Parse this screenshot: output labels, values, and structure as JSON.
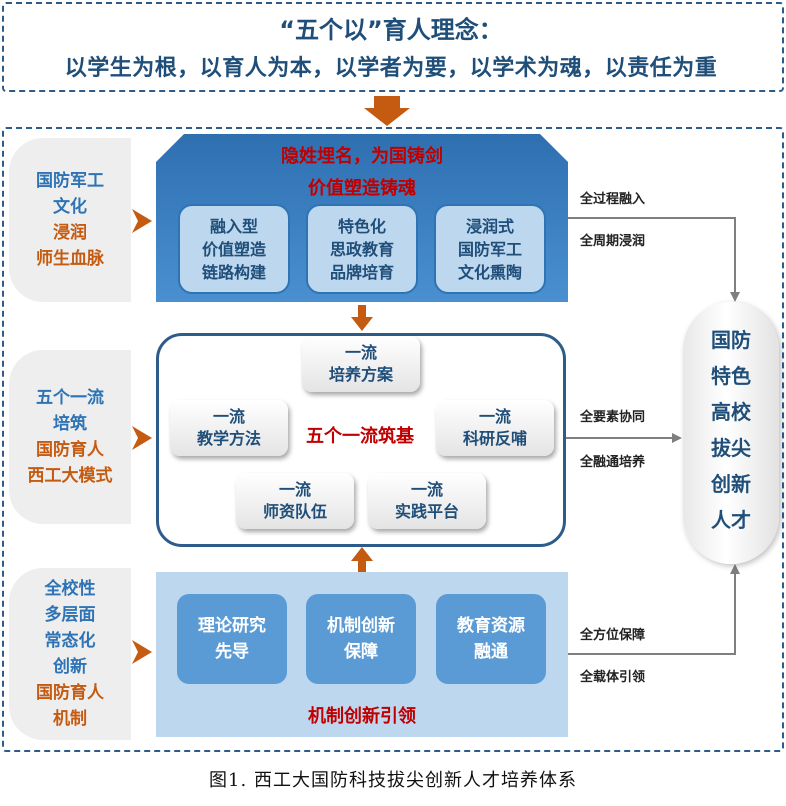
{
  "top": {
    "title": "“五个以”育人理念：",
    "subtitle": "以学生为根，以育人为本，以学者为要，以学术为魂，以责任为重"
  },
  "left_tabs": [
    {
      "lines": [
        "国防军工",
        "文化",
        "浸润",
        "师生血脉"
      ]
    },
    {
      "lines": [
        "五个一流",
        "培筑",
        "国防育人",
        "西工大模式"
      ]
    },
    {
      "lines": [
        "全校性",
        "多层面",
        "常态化",
        "创新",
        "国防育人",
        "机制"
      ]
    }
  ],
  "section1": {
    "title1": "隐姓埋名，为国铸剑",
    "title2": "价值塑造铸魂",
    "boxes": [
      {
        "lines": [
          "融入型",
          "价值塑造",
          "链路构建"
        ]
      },
      {
        "lines": [
          "特色化",
          "思政教育",
          "品牌培育"
        ]
      },
      {
        "lines": [
          "浸润式",
          "国防军工",
          "文化熏陶"
        ]
      }
    ]
  },
  "section2": {
    "center": "五个一流筑基",
    "items": [
      {
        "lines": [
          "一流",
          "培养方案"
        ]
      },
      {
        "lines": [
          "一流",
          "教学方法"
        ]
      },
      {
        "lines": [
          "一流",
          "科研反哺"
        ]
      },
      {
        "lines": [
          "一流",
          "师资队伍"
        ]
      },
      {
        "lines": [
          "一流",
          "实践平台"
        ]
      }
    ]
  },
  "section3": {
    "title": "机制创新引领",
    "boxes": [
      {
        "lines": [
          "理论研究",
          "先导"
        ]
      },
      {
        "lines": [
          "机制创新",
          "保障"
        ]
      },
      {
        "lines": [
          "教育资源",
          "融通"
        ]
      }
    ]
  },
  "right": {
    "lines": [
      "国防",
      "特色",
      "高校",
      "拔尖",
      "创新",
      "人才"
    ]
  },
  "side_labels": {
    "s1a": "全过程融入",
    "s1b": "全周期浸润",
    "s2a": "全要素协同",
    "s2b": "全融通培养",
    "s3a": "全方位保障",
    "s3b": "全载体引领"
  },
  "caption": "图1.  西工大国防科技拔尖创新人才培养体系",
  "colors": {
    "dark_blue": "#1f4e79",
    "mid_blue": "#2e74b5",
    "light_blue": "#bdd7ee",
    "box_blue": "#5b9bd5",
    "red": "#c00000",
    "orange": "#c55a11"
  }
}
